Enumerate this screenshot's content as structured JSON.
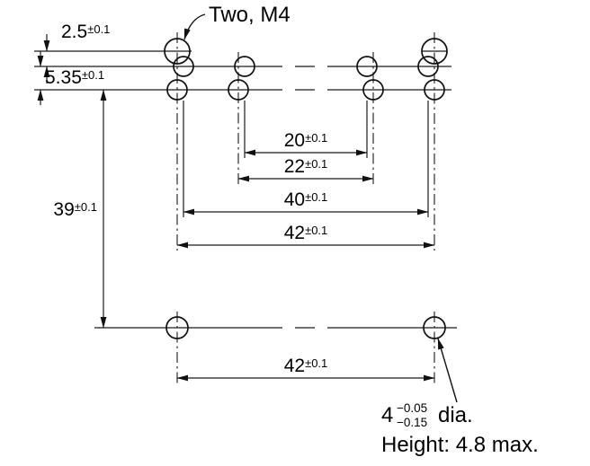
{
  "drawing": {
    "title_callout": "Two, M4",
    "dims": {
      "d2_5": {
        "value": "2.5",
        "tol": "±0.1"
      },
      "d5_35": {
        "value": "5.35",
        "tol": "±0.1"
      },
      "d20": {
        "value": "20",
        "tol": "±0.1"
      },
      "d22": {
        "value": "22",
        "tol": "±0.1"
      },
      "d40": {
        "value": "40",
        "tol": "±0.1"
      },
      "d42": {
        "value": "42",
        "tol": "±0.1"
      },
      "d39": {
        "value": "39",
        "tol": "±0.1"
      },
      "d42_bottom": {
        "value": "42",
        "tol": "±0.1"
      }
    },
    "hole_callout": {
      "value": "4",
      "tol_upper": "−0.05",
      "tol_lower": "−0.15",
      "suffix": "dia."
    },
    "height_note": "Height: 4.8 max."
  }
}
